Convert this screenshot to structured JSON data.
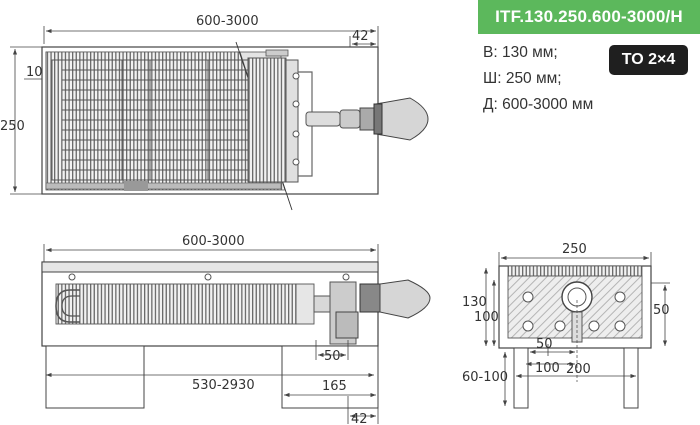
{
  "model": "ITF.130.250.600-3000/H",
  "badge": "TO 2×4",
  "specs": [
    "В: 130 мм;",
    "Ш: 250 мм;",
    "Д: 600-3000 мм"
  ],
  "dims": {
    "top_length": "600-3000",
    "top_42": "42",
    "top_10": "10",
    "top_250": "250",
    "front_length": "600-3000",
    "front_50": "50",
    "front_530": "530-2930",
    "front_165": "165",
    "front_42": "42",
    "side_250": "250",
    "side_130": "130",
    "side_100": "100",
    "side_50r": "50",
    "side_50": "50",
    "side_100b": "100",
    "side_200": "200",
    "side_60": "60-100"
  },
  "colors": {
    "accent": "#5cb85c",
    "badge": "#1f1f1f"
  }
}
